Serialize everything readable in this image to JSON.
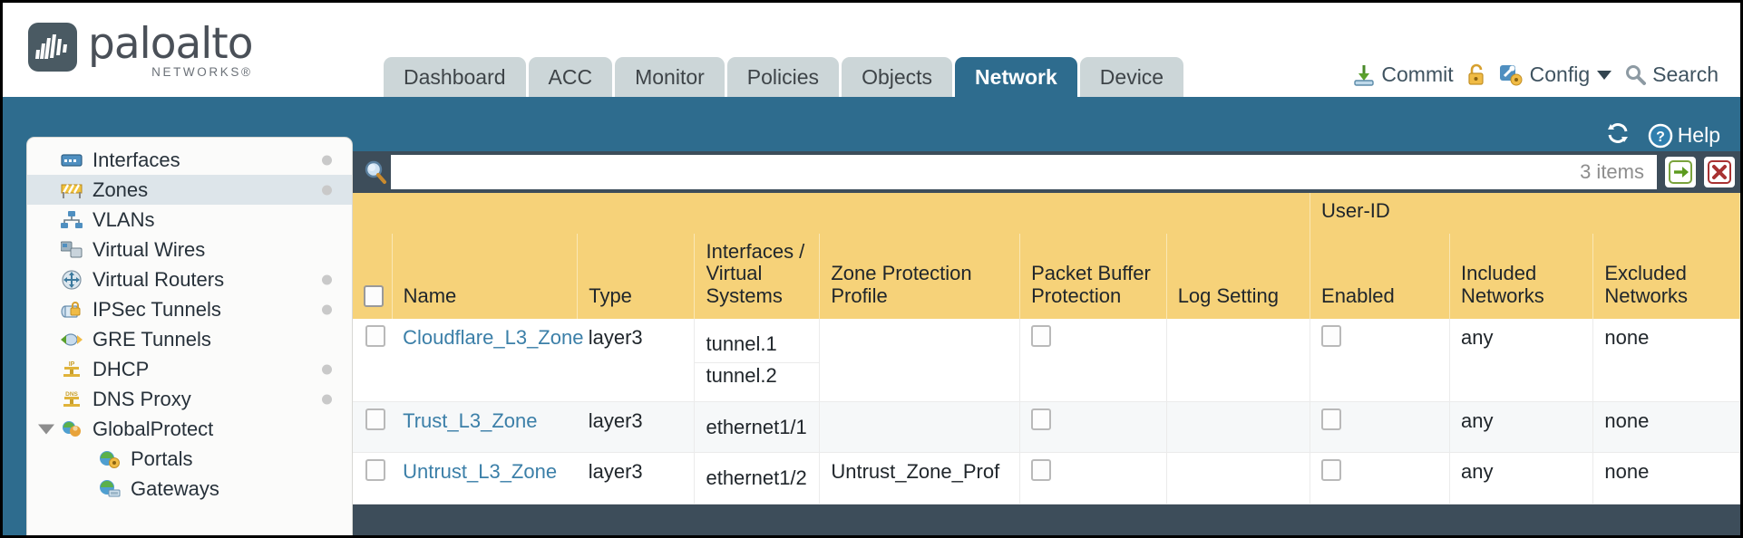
{
  "brand": {
    "name": "paloalto",
    "tagline": "NETWORKS",
    "registered": "®"
  },
  "nav": {
    "tabs": [
      {
        "label": "Dashboard",
        "active": false
      },
      {
        "label": "ACC",
        "active": false
      },
      {
        "label": "Monitor",
        "active": false
      },
      {
        "label": "Policies",
        "active": false
      },
      {
        "label": "Objects",
        "active": false
      },
      {
        "label": "Network",
        "active": true
      },
      {
        "label": "Device",
        "active": false
      }
    ]
  },
  "top_actions": {
    "commit": "Commit",
    "lock_icon": "padlock-icon",
    "config": "Config",
    "search": "Search"
  },
  "banner": {
    "refresh_icon": "refresh-icon",
    "help": "Help"
  },
  "sidebar": {
    "items": [
      {
        "label": "Interfaces",
        "icon": "interfaces-icon",
        "selected": false,
        "dot": true,
        "child": false,
        "tri": false
      },
      {
        "label": "Zones",
        "icon": "zones-icon",
        "selected": true,
        "dot": true,
        "child": false,
        "tri": false
      },
      {
        "label": "VLANs",
        "icon": "vlans-icon",
        "selected": false,
        "dot": false,
        "child": false,
        "tri": false
      },
      {
        "label": "Virtual Wires",
        "icon": "virtual-wires-icon",
        "selected": false,
        "dot": false,
        "child": false,
        "tri": false
      },
      {
        "label": "Virtual Routers",
        "icon": "virtual-routers-icon",
        "selected": false,
        "dot": true,
        "child": false,
        "tri": false
      },
      {
        "label": "IPSec Tunnels",
        "icon": "ipsec-tunnels-icon",
        "selected": false,
        "dot": true,
        "child": false,
        "tri": false
      },
      {
        "label": "GRE Tunnels",
        "icon": "gre-tunnels-icon",
        "selected": false,
        "dot": false,
        "child": false,
        "tri": false
      },
      {
        "label": "DHCP",
        "icon": "dhcp-icon",
        "selected": false,
        "dot": true,
        "child": false,
        "tri": false
      },
      {
        "label": "DNS Proxy",
        "icon": "dns-proxy-icon",
        "selected": false,
        "dot": true,
        "child": false,
        "tri": false
      },
      {
        "label": "GlobalProtect",
        "icon": "globalprotect-icon",
        "selected": false,
        "dot": false,
        "child": false,
        "tri": true
      },
      {
        "label": "Portals",
        "icon": "portals-icon",
        "selected": false,
        "dot": false,
        "child": true,
        "tri": false
      },
      {
        "label": "Gateways",
        "icon": "gateways-icon",
        "selected": false,
        "dot": false,
        "child": true,
        "tri": false
      }
    ]
  },
  "filter": {
    "search_icon": "magnifier-icon",
    "value": "",
    "placeholder": "",
    "items_count": "3 items",
    "apply_icon": "green-arrow-icon",
    "clear_icon": "red-x-icon"
  },
  "table": {
    "group_headers": [
      {
        "label": "",
        "span": 7
      },
      {
        "label": "User-ID",
        "span": 3
      }
    ],
    "columns": [
      "Name",
      "Type",
      "Interfaces / Virtual Systems",
      "Zone Protection Profile",
      "Packet Buffer Protection",
      "Log Setting",
      "Enabled",
      "Included Networks",
      "Excluded Networks"
    ],
    "rows": [
      {
        "selected": false,
        "name": "Cloudflare_L3_Zone",
        "type": "layer3",
        "interfaces": [
          "tunnel.1",
          "tunnel.2"
        ],
        "zone_protection_profile": "",
        "packet_buffer_protection": false,
        "log_setting": "",
        "userid_enabled": false,
        "included_networks": "any",
        "excluded_networks": "none"
      },
      {
        "selected": false,
        "name": "Trust_L3_Zone",
        "type": "layer3",
        "interfaces": [
          "ethernet1/1"
        ],
        "zone_protection_profile": "",
        "packet_buffer_protection": false,
        "log_setting": "",
        "userid_enabled": false,
        "included_networks": "any",
        "excluded_networks": "none"
      },
      {
        "selected": false,
        "name": "Untrust_L3_Zone",
        "type": "layer3",
        "interfaces": [
          "ethernet1/2"
        ],
        "zone_protection_profile": "Untrust_Zone_Prof",
        "packet_buffer_protection": false,
        "log_setting": "",
        "userid_enabled": false,
        "included_networks": "any",
        "excluded_networks": "none"
      }
    ]
  },
  "colors": {
    "banner_blue": "#2e6c8e",
    "table_header_gold": "#f6d279",
    "group_header_gold": "#ddab3a",
    "link_blue": "#3b7fa8",
    "panel_dark": "#3d4d5a"
  }
}
